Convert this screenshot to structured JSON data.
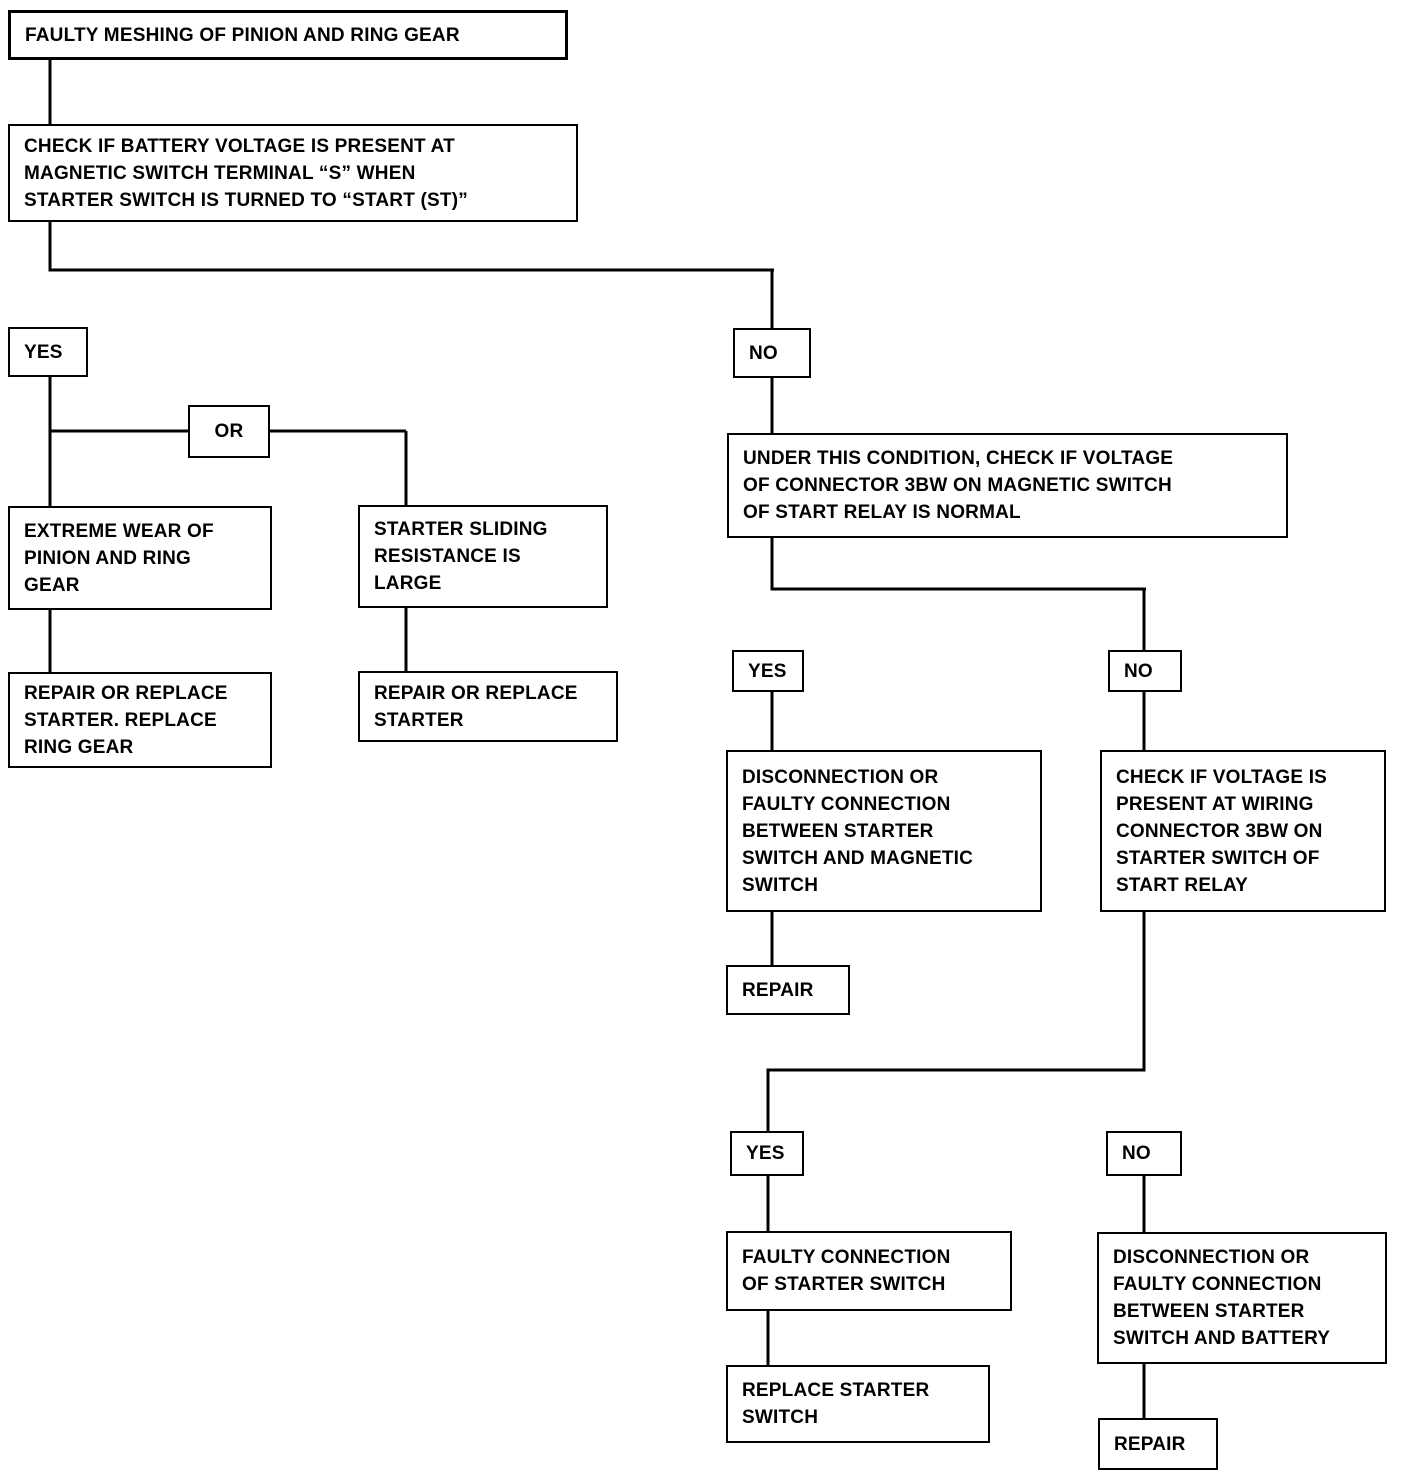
{
  "diagram": {
    "title": "Starter / pinion meshing troubleshooting flowchart",
    "colors": {
      "line": "#000000",
      "box_fill": "#ffffff",
      "text": "#000000"
    },
    "nodes": {
      "root": "FAULTY MESHING OF PINION AND RING GEAR",
      "check_battery_voltage": "CHECK IF BATTERY VOLTAGE IS PRESENT AT\nMAGNETIC SWITCH TERMINAL “S” WHEN\nSTARTER SWITCH IS TURNED TO “START (ST)”",
      "yes_1": "YES",
      "no_1": "NO",
      "or_1": "OR",
      "extreme_wear": "EXTREME WEAR OF\nPINION AND RING\nGEAR",
      "starter_sliding": "STARTER SLIDING\nRESISTANCE IS\nLARGE",
      "repair_replace_starter_ring": "REPAIR OR REPLACE\nSTARTER.  REPLACE\nRING GEAR",
      "repair_replace_starter": "REPAIR OR REPLACE\nSTARTER",
      "under_this_condition": "UNDER THIS CONDITION, CHECK IF VOLTAGE\nOF CONNECTOR 3BW ON MAGNETIC SWITCH\nOF START RELAY IS NORMAL",
      "yes_2": "YES",
      "no_2": "NO",
      "disconnection_starter_magnetic": "DISCONNECTION OR\nFAULTY CONNECTION\nBETWEEN STARTER\nSWITCH AND MAGNETIC\nSWITCH",
      "check_voltage_wiring": "CHECK IF VOLTAGE IS\nPRESENT AT WIRING\nCONNECTOR 3BW ON\nSTARTER SWITCH OF\nSTART RELAY",
      "repair_1": "REPAIR",
      "yes_3": "YES",
      "no_3": "NO",
      "faulty_connection_starter_switch": "FAULTY CONNECTION\nOF STARTER SWITCH",
      "disconnection_starter_battery": "DISCONNECTION OR\nFAULTY CONNECTION\nBETWEEN STARTER\nSWITCH AND BATTERY",
      "replace_starter_switch": "REPLACE STARTER\nSWITCH",
      "repair_2": "REPAIR"
    }
  }
}
